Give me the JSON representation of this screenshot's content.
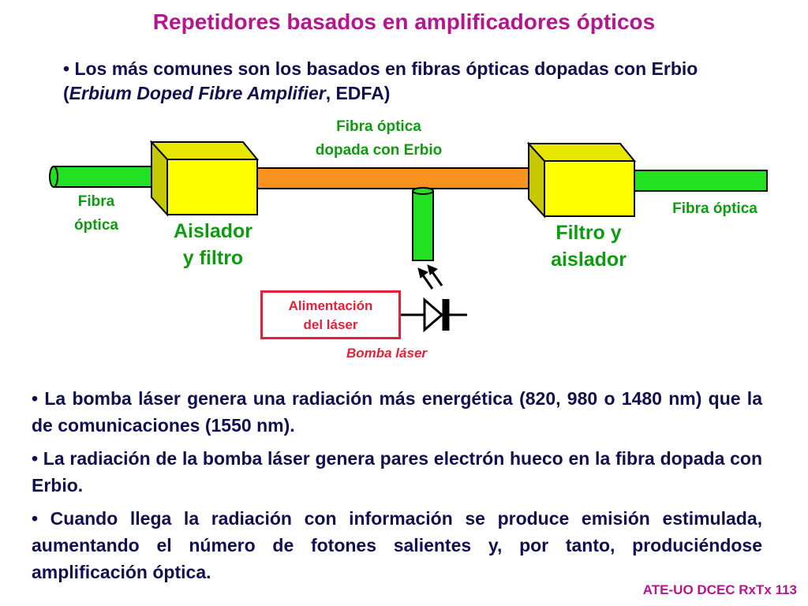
{
  "slide": {
    "title": "Repetidores basados en amplificadores ópticos",
    "intro": {
      "prefix": "• Los más comunes son los basados en fibras ópticas dopadas con Erbio (",
      "italic": "Erbium Doped Fibre Amplifier",
      "suffix": ", EDFA)"
    },
    "bullets": [
      "• La bomba láser genera una radiación más energética (820, 980 o 1480 nm) que la de comunicaciones (1550 nm).",
      "• La radiación de la bomba láser genera pares electrón hueco en la fibra dopada con Erbio.",
      "• Cuando llega la radiación con información se produce emisión estimulada, aumentando el número de fotones salientes y, por tanto, produciéndose amplificación óptica."
    ],
    "footer": "ATE-UO DCEC RxTx 113"
  },
  "diagram": {
    "doped_fiber_label_line1": "Fibra óptica",
    "doped_fiber_label_line2": "dopada con Erbio",
    "left_fiber_label_line1": "Fibra",
    "left_fiber_label_line2": "óptica",
    "right_fiber_label": "Fibra óptica",
    "isolator_label_line1": "Aislador",
    "isolator_label_line2": "y filtro",
    "filter_label_line1": "Filtro y",
    "filter_label_line2": "aislador",
    "power_label_line1": "Alimentación",
    "power_label_line2": "del láser",
    "pump_label": "Bomba láser",
    "colors": {
      "fiber_green": "#22e022",
      "doped_orange": "#f7931e",
      "box_yellow": "#ffff00",
      "box_side": "#c8c800",
      "label_green": "#0f9b0f",
      "red": "#e51f37",
      "title_magenta": "#b5168d",
      "text_navy": "#101050"
    }
  }
}
